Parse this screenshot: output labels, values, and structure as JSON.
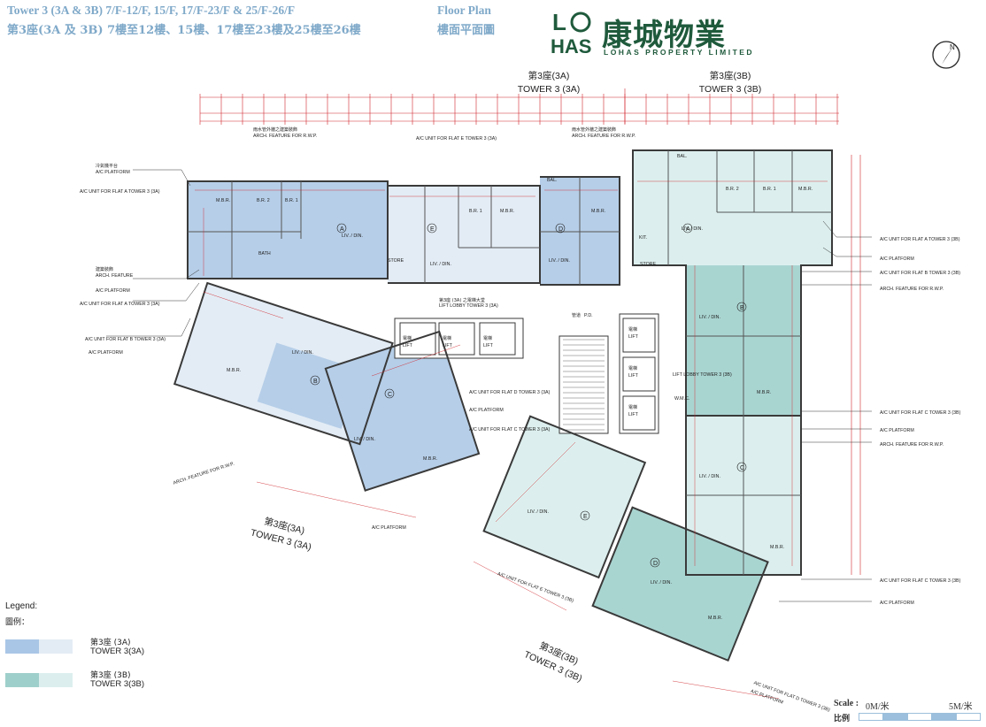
{
  "header": {
    "title_en": "Tower 3 (3A & 3B)  7/F-12/F, 15/F, 17/F-23/F & 25/F-26/F",
    "title_zh": "第3座(3A 及 3B) 7樓至12樓、15樓、17樓至23樓及25樓至26樓",
    "plan_en": "Floor Plan",
    "plan_zh": "樓面平面圖"
  },
  "logo": {
    "mark": "LO HAS",
    "name_zh": "康城物業",
    "name_en": "LOHAS PROPERTY LIMITED"
  },
  "compass": {
    "icon": "north-arrow-icon",
    "label": "N"
  },
  "towers": {
    "t3a_top_zh": "第3座(3A)",
    "t3a_top_en": "TOWER 3 (3A)",
    "t3b_top_zh": "第3座(3B)",
    "t3b_top_en": "TOWER 3 (3B)",
    "t3a_bottom_zh": "第3座(3A)",
    "t3a_bottom_en": "TOWER 3 (3A)",
    "t3b_bottom_zh": "第3座(3B)",
    "t3b_bottom_en": "TOWER 3 (3B)"
  },
  "rooms": {
    "liv_din": "LIV. / DIN.",
    "mbr": "M.B.R.",
    "br1": "B.R. 1",
    "br2": "B.R. 2",
    "bal": "BAL.",
    "kit": "KIT.",
    "bath": "BATH",
    "store": "STORE",
    "lift": "LIFT",
    "lift_zh": "電梯",
    "lobby": "LIFT LOBBY TOWER 3 (3A)",
    "lobby_zh": "第3座 (3A) 之電梯大堂",
    "lobby_b": "LIFT LOBBY TOWER 3 (3B)",
    "pd": "P.D.",
    "pd_zh": "管道",
    "wmc": "W.M.C.",
    "flat_a": "A",
    "flat_b": "B",
    "flat_c": "C",
    "flat_d": "D",
    "flat_e": "E"
  },
  "notes": {
    "ac_zh": "冷氣機平台",
    "ac_en": "A/C PLATFORM",
    "arch_en": "ARCH. FEATURE",
    "arch_zh": "建築裝飾",
    "rwp_en": "ARCH. FEATURE FOR R.W.P.",
    "rwp_zh": "雨水管外牆之建築裝飾",
    "ac_unit_3a_a": "A/C UNIT FOR FLAT A TOWER 3 (3A)",
    "ac_unit_3a_b": "A/C UNIT FOR FLAT B TOWER 3 (3A)",
    "ac_unit_3a_e": "A/C UNIT FOR FLAT E TOWER 3 (3A)",
    "ac_unit_3a_d": "A/C UNIT FOR FLAT D TOWER 3 (3A)",
    "ac_unit_3a_c": "A/C UNIT FOR FLAT C TOWER 3 (3A)",
    "ac_unit_3b_a": "A/C UNIT FOR FLAT A TOWER 3 (3B)",
    "ac_unit_3b_b": "A/C UNIT FOR FLAT B TOWER 3 (3B)",
    "ac_unit_3b_c": "A/C UNIT FOR FLAT C TOWER 3 (3B)",
    "ac_unit_3b_e": "A/C UNIT FOR FLAT E TOWER 3 (3B)",
    "ac_unit_3b_d": "A/C UNIT FOR FLAT D TOWER 3 (3B)"
  },
  "legend": {
    "title_en": "Legend:",
    "title_zh": "圖例：",
    "item_a_zh": "第3座 (3A)",
    "item_a_en": "TOWER 3(3A)",
    "item_a_color": "#a9c6e6",
    "item_b_zh": "第3座 (3B)",
    "item_b_en": "TOWER 3(3B)",
    "item_b_color": "#9fcfcb"
  },
  "scale": {
    "label_en": "Scale :",
    "label_zh": "比例",
    "min": "0M/米",
    "max": "5M/米"
  },
  "colors": {
    "tower_a": "#a9c6e6",
    "tower_b": "#9fcfcb",
    "dimension": "#d0242a",
    "wall": "#3a3a3a",
    "header": "#7fa9c9"
  }
}
